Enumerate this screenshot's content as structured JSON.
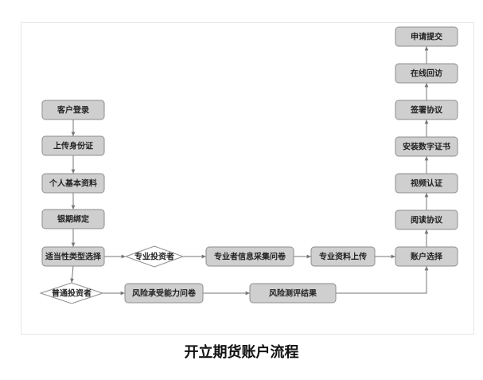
{
  "diagram": {
    "nodes": [
      {
        "id": "login",
        "label": "客户登录",
        "shape": "box"
      },
      {
        "id": "upload-id",
        "label": "上传身份证",
        "shape": "box"
      },
      {
        "id": "basic-info",
        "label": "个人基本资料",
        "shape": "box"
      },
      {
        "id": "bank-bind",
        "label": "银期绑定",
        "shape": "box"
      },
      {
        "id": "suitability",
        "label": "适当性类型选择",
        "shape": "box"
      },
      {
        "id": "professional",
        "label": "专业投资者",
        "shape": "diamond"
      },
      {
        "id": "ordinary",
        "label": "普通投资者",
        "shape": "diamond"
      },
      {
        "id": "pro-questionnaire",
        "label": "专业者信息采集问卷",
        "shape": "box"
      },
      {
        "id": "pro-upload",
        "label": "专业资料上传",
        "shape": "box"
      },
      {
        "id": "risk-questionnaire",
        "label": "风险承受能力问卷",
        "shape": "box"
      },
      {
        "id": "risk-result",
        "label": "风险测评结果",
        "shape": "box"
      },
      {
        "id": "account-select",
        "label": "账户选择",
        "shape": "box"
      },
      {
        "id": "read-agreement",
        "label": "阅读协议",
        "shape": "box"
      },
      {
        "id": "video-verify",
        "label": "视频认证",
        "shape": "box"
      },
      {
        "id": "install-cert",
        "label": "安装数字证书",
        "shape": "box"
      },
      {
        "id": "sign-agreement",
        "label": "签署协议",
        "shape": "box"
      },
      {
        "id": "online-visit",
        "label": "在线回访",
        "shape": "box"
      },
      {
        "id": "submit",
        "label": "申请提交",
        "shape": "box"
      }
    ],
    "edges": [
      {
        "from": "login",
        "to": "upload-id"
      },
      {
        "from": "upload-id",
        "to": "basic-info"
      },
      {
        "from": "basic-info",
        "to": "bank-bind"
      },
      {
        "from": "bank-bind",
        "to": "suitability"
      },
      {
        "from": "suitability",
        "to": "professional"
      },
      {
        "from": "suitability",
        "to": "ordinary"
      },
      {
        "from": "professional",
        "to": "pro-questionnaire"
      },
      {
        "from": "pro-questionnaire",
        "to": "pro-upload"
      },
      {
        "from": "pro-upload",
        "to": "account-select"
      },
      {
        "from": "ordinary",
        "to": "risk-questionnaire"
      },
      {
        "from": "risk-questionnaire",
        "to": "risk-result"
      },
      {
        "from": "risk-result",
        "to": "account-select"
      },
      {
        "from": "account-select",
        "to": "read-agreement"
      },
      {
        "from": "read-agreement",
        "to": "video-verify"
      },
      {
        "from": "video-verify",
        "to": "install-cert"
      },
      {
        "from": "install-cert",
        "to": "sign-agreement"
      },
      {
        "from": "sign-agreement",
        "to": "online-visit"
      },
      {
        "from": "online-visit",
        "to": "submit"
      }
    ]
  },
  "caption": "开立期货账户流程",
  "colors": {
    "box_fill": "#cfcfcf",
    "box_stroke": "#8e8e8e",
    "edge": "#777777"
  }
}
